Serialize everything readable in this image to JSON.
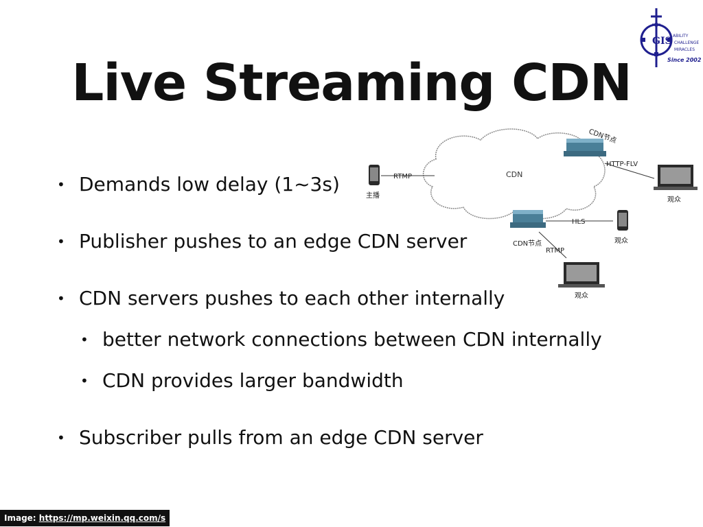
{
  "slide": {
    "title": "Live Streaming CDN"
  },
  "logo": {
    "lines": [
      "ABILITY",
      "CHALLENGE",
      "MIRACLES",
      "Since 2002"
    ],
    "monogram": "GIS",
    "color": "#1f1f8f"
  },
  "bullets": [
    {
      "level": 1,
      "text": "Demands low delay (1~3s)"
    },
    {
      "level": 1,
      "text": "Publisher pushes to an edge CDN server"
    },
    {
      "level": 1,
      "text": "CDN servers pushes to each other internally"
    },
    {
      "level": 2,
      "text": "better network connections between CDN internally"
    },
    {
      "level": 2,
      "text": "CDN provides larger bandwidth"
    },
    {
      "level": 1,
      "text": "Subscriber pulls from an edge CDN server"
    }
  ],
  "diagram": {
    "cloud_label": "CDN",
    "publisher_label": "主播",
    "publisher_protocol": "RTMP",
    "top_server_label": "CDN节点",
    "top_server_protocol": "HTTP-FLV",
    "top_viewer_label": "观众",
    "edge_server_label": "CDN节点",
    "hls_protocol": "HLS",
    "hls_viewer_label": "观众",
    "rtmp_protocol": "RTMP",
    "rtmp_viewer_label": "观众"
  },
  "credit": {
    "prefix": "Image:",
    "url": "https://mp.weixin.qq.com/s"
  },
  "colors": {
    "text": "#111111",
    "server": "#4a7f98",
    "logo": "#1f1f8f"
  }
}
